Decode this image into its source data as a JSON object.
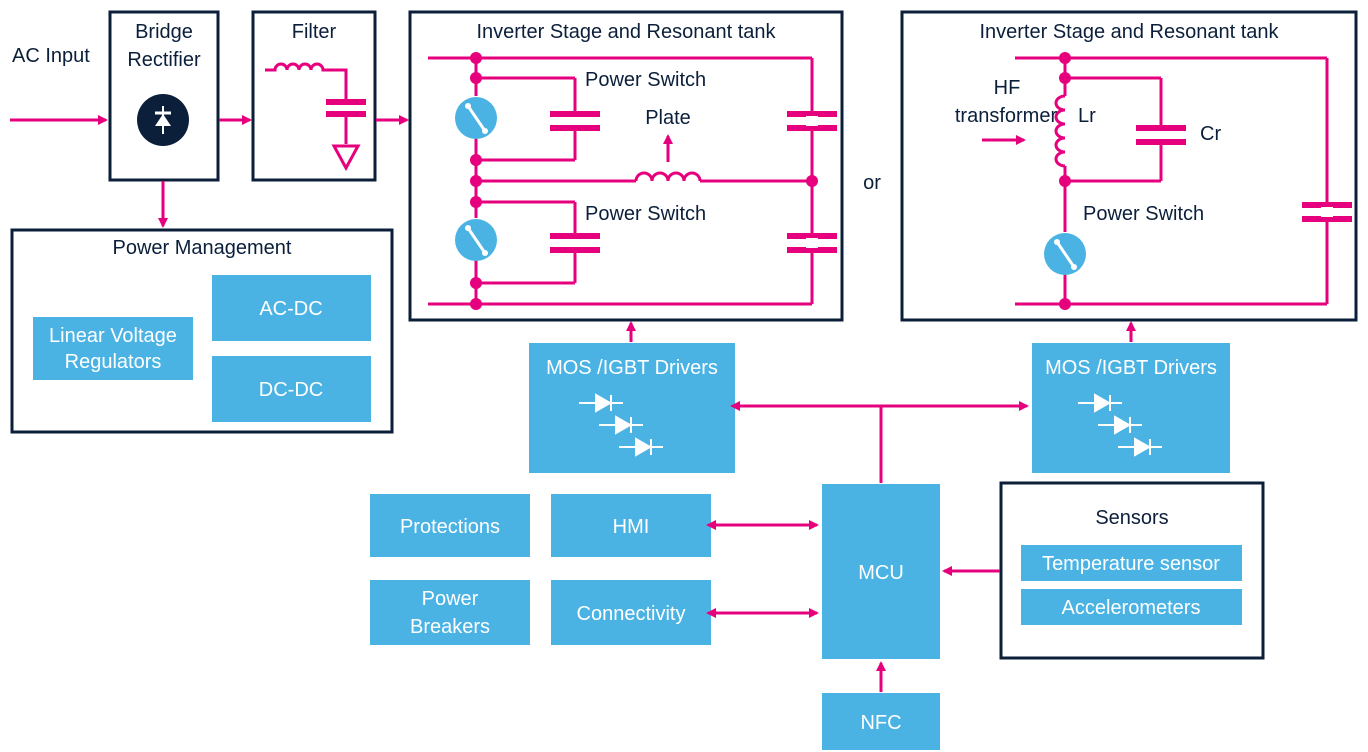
{
  "labels": {
    "ac_input": "AC Input",
    "bridge_line1": "Bridge",
    "bridge_line2": "Rectifier",
    "filter": "Filter",
    "power_management": "Power Management",
    "linear_line1": "Linear Voltage",
    "linear_line2": "Regulators",
    "ac_dc": "AC-DC",
    "dc_dc": "DC-DC",
    "inverter1_title": "Inverter Stage and Resonant tank",
    "power_switch_top": "Power Switch",
    "plate": "Plate",
    "power_switch_bottom": "Power Switch",
    "or": "or",
    "inverter2_title": "Inverter Stage and Resonant tank",
    "hf_line1": "HF",
    "hf_line2": "transformer",
    "lr": "Lr",
    "cr": "Cr",
    "power_switch_2": "Power Switch",
    "drivers_left": "MOS /IGBT Drivers",
    "drivers_right": "MOS /IGBT Drivers",
    "protections": "Protections",
    "hmi": "HMI",
    "breakers_line1": "Power",
    "breakers_line2": "Breakers",
    "connectivity": "Connectivity",
    "mcu": "MCU",
    "sensors": "Sensors",
    "temperature_sensor": "Temperature sensor",
    "accelerometers": "Accelerometers",
    "nfc": "NFC"
  },
  "colors": {
    "frame": "#0b1f3a",
    "block": "#4ab3e4",
    "wire": "#e6007e",
    "text_dark": "#0b1f3a",
    "text_light": "#ffffff"
  }
}
